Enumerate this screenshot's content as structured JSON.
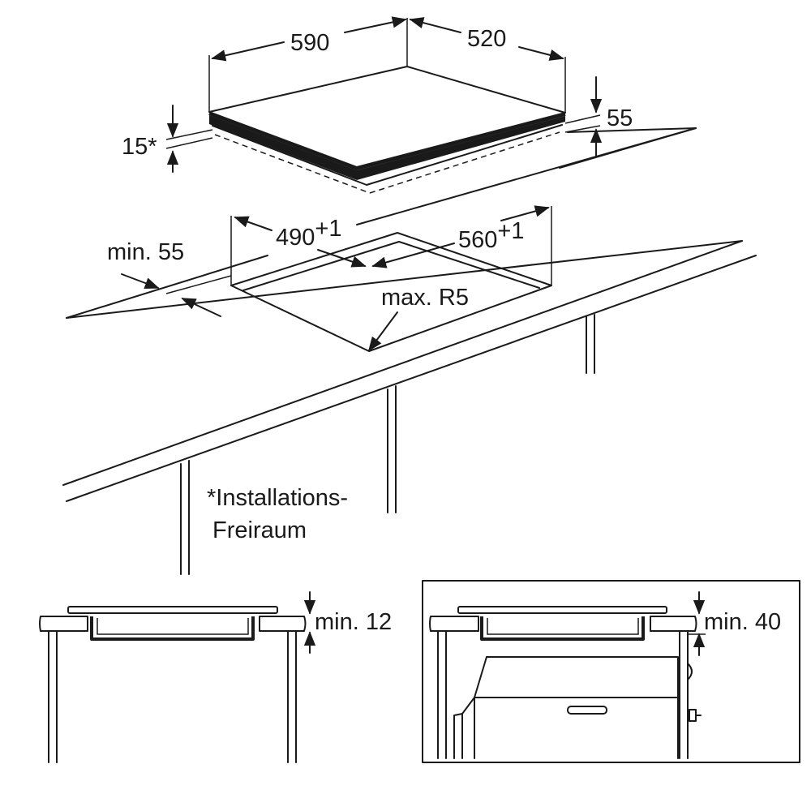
{
  "labels": {
    "width_hob": "590",
    "depth_hob": "520",
    "height_hob": "55",
    "clearance_side": "15*",
    "cutout_depth": "490",
    "cutout_depth_tol": "+1",
    "cutout_width": "560",
    "cutout_width_tol": "+1",
    "min_front_distance": "min. 55",
    "max_radius": "max. R5",
    "footnote_line1": "*Installations-",
    "footnote_line2": "Freiraum",
    "min_gap_drawer": "min. 12",
    "min_gap_oven": "min. 40"
  }
}
